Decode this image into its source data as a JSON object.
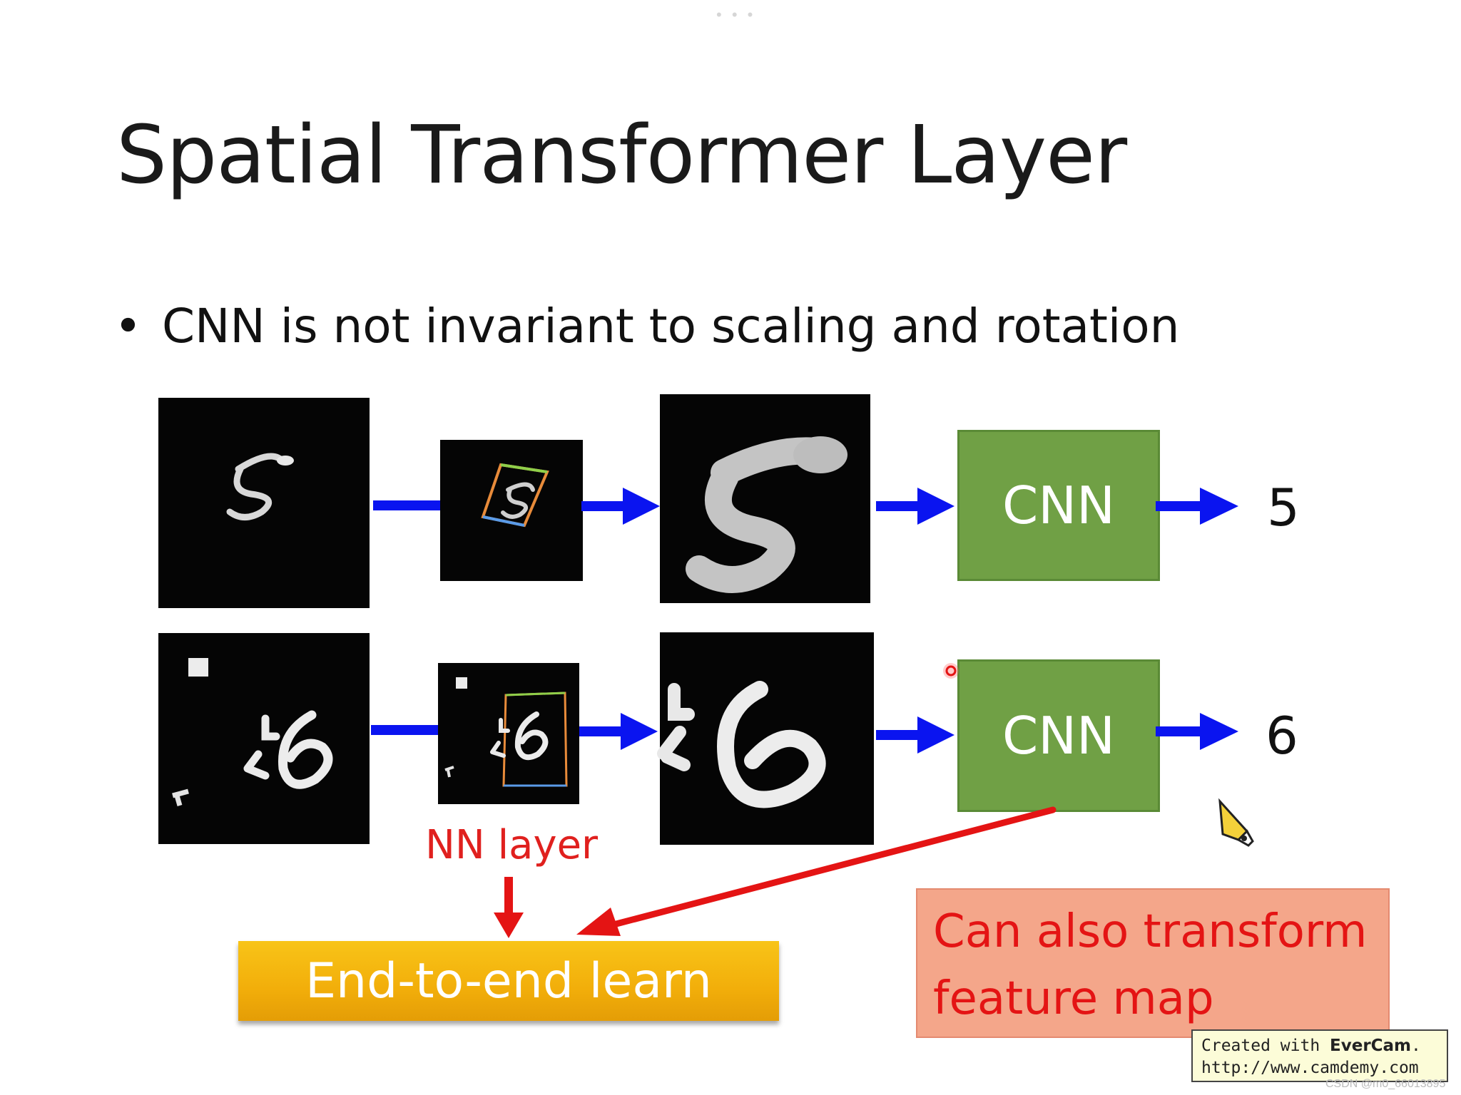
{
  "slide": {
    "title": "Spatial Transformer Layer",
    "bullet": "CNN is not invariant to scaling and rotation"
  },
  "rows": [
    {
      "cnn_label": "CNN",
      "output": "5"
    },
    {
      "cnn_label": "CNN",
      "output": "6"
    }
  ],
  "annotations": {
    "nn_layer": "NN layer",
    "end_to_end": "End-to-end learn",
    "note_line1": "Can also transform",
    "note_line2": "feature map"
  },
  "colors": {
    "arrow_blue": "#0a14f0",
    "cnn_green": "#70a045",
    "annotation_red": "#e41414",
    "e2e_yellow": "#f2ae0a",
    "note_salmon": "#f4a68a"
  },
  "watermark": {
    "created_prefix": "Created with ",
    "brand": "EverCam",
    "created_suffix": ".",
    "url": "http://www.camdemy.com",
    "csdn": "CSDN @m0_66013895"
  },
  "icons": {
    "cursor": "pencil-cursor-icon"
  }
}
